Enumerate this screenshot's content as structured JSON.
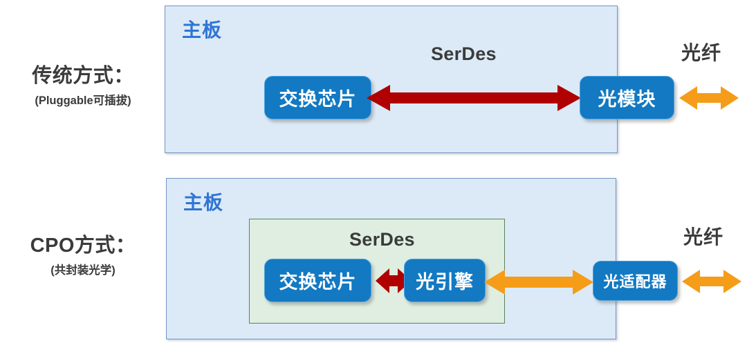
{
  "meta": {
    "diagram_title": "Pluggable optics vs CPO architecture comparison",
    "colors": {
      "board_fill": "#dceaf7",
      "board_border": "#7193c4",
      "board_title_blue": "#2f75d4",
      "package_fill": "#dfeee0",
      "package_border": "#57835c",
      "chip_fill": "#1279c2",
      "chip_border": "#4da3df",
      "arrow_red": "#b00000",
      "arrow_orange": "#f59c18",
      "text_gray": "#3b3b3b",
      "background": "#ffffff"
    }
  },
  "rows": [
    {
      "id": "traditional",
      "label_title": "传统方式：",
      "label_sub": "(Pluggable可插拔)",
      "board_title": "主板",
      "serdes_label": "SerDes",
      "fiber_label": "光纤",
      "chips": [
        {
          "id": "switch-asic",
          "label": "交换芯片"
        },
        {
          "id": "optical-module",
          "label": "光模块"
        }
      ],
      "arrows": [
        {
          "id": "serdes-link",
          "color": "#b00000",
          "direction": "bidirectional"
        },
        {
          "id": "fiber-link",
          "color": "#f59c18",
          "direction": "bidirectional"
        }
      ]
    },
    {
      "id": "cpo",
      "label_title": "CPO方式：",
      "label_sub": "(共封装光学)",
      "board_title": "主板",
      "serdes_label": "SerDes",
      "fiber_label": "光纤",
      "chips": [
        {
          "id": "switch-asic",
          "label": "交换芯片"
        },
        {
          "id": "optical-engine",
          "label": "光引擎"
        },
        {
          "id": "optical-adapter",
          "label": "光适配器"
        }
      ],
      "arrows": [
        {
          "id": "serdes-short-link",
          "color": "#b00000",
          "direction": "bidirectional"
        },
        {
          "id": "engine-adapter-link",
          "color": "#f59c18",
          "direction": "bidirectional"
        },
        {
          "id": "fiber-link",
          "color": "#f59c18",
          "direction": "bidirectional"
        }
      ]
    }
  ]
}
